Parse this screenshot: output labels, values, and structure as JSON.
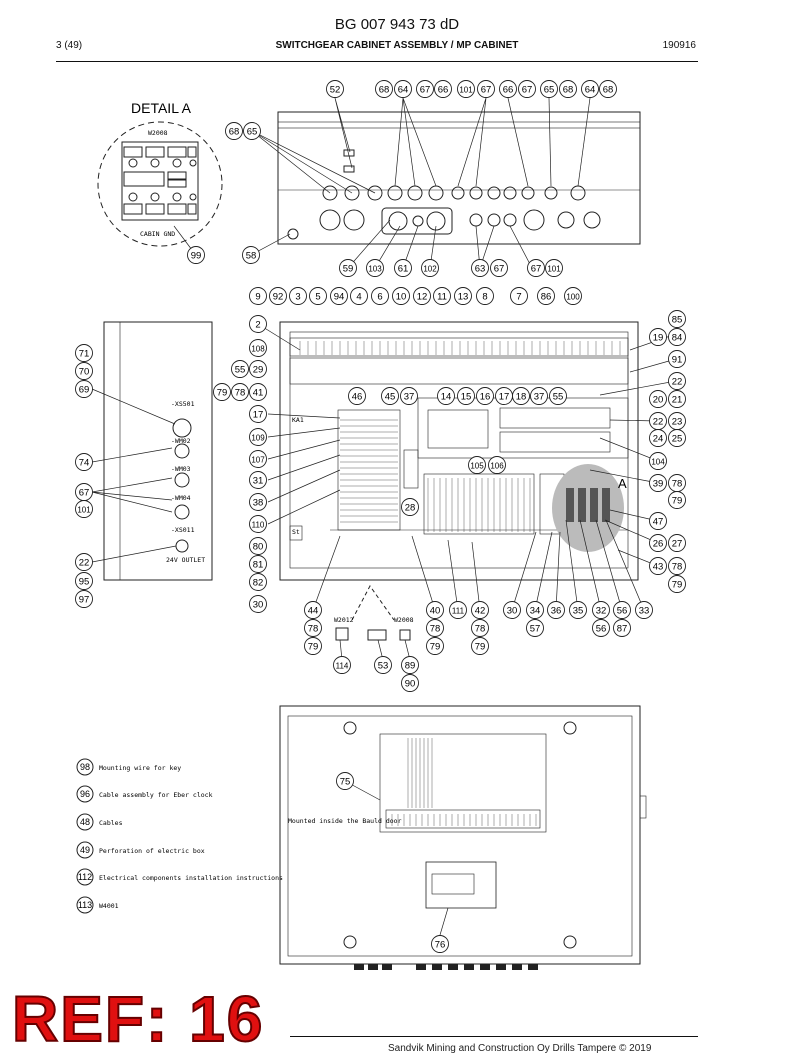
{
  "header": {
    "doc_number": "BG 007 943 73 dD",
    "page": "3 (49)",
    "subtitle": "SWITCHGEAR CABINET ASSEMBLY / MP CABINET",
    "date_code": "190916"
  },
  "detail": {
    "title": "DETAIL A",
    "component": "W2008",
    "cabin_label": "CABIN\nGND",
    "letter": "A"
  },
  "door_labels": {
    "xs01": "-XS501",
    "wm02": "-WM02",
    "wm03": "-WM03",
    "wm04": "-WM04",
    "xs11": "-XS011",
    "outlet": "24V OUTLET"
  },
  "wire_labels": {
    "left": "W2012",
    "right": "W2008"
  },
  "inner_labels": {
    "kat": "KA1",
    "st": "St",
    "mounted": "Mounted inside the Bauld door"
  },
  "legend": [
    {
      "num": "98",
      "text": "Mounting wire for key"
    },
    {
      "num": "96",
      "text": "Cable assembly for Eber clock"
    },
    {
      "num": "48",
      "text": "Cables"
    },
    {
      "num": "49",
      "text": "Perforation of electric box"
    },
    {
      "num": "112",
      "text": "Electrical components installation instructions"
    },
    {
      "num": "113",
      "text": "W4001"
    }
  ],
  "stamp": "REF: 16",
  "footer": "Sandvik Mining and Construction Oy Drills Tampere © 2019",
  "callouts": [
    "52",
    "68",
    "64",
    "67",
    "66",
    "101",
    "67",
    "66",
    "67",
    "65",
    "68",
    "64",
    "68",
    "68",
    "65",
    "99",
    "58",
    "59",
    "103",
    "61",
    "102",
    "63",
    "67",
    "67",
    "101",
    "9",
    "92",
    "3",
    "5",
    "94",
    "4",
    "6",
    "10",
    "12",
    "11",
    "13",
    "8",
    "7",
    "86",
    "100",
    "85",
    "19",
    "84",
    "91",
    "22",
    "20",
    "21",
    "22",
    "23",
    "24",
    "25",
    "104",
    "39",
    "78",
    "79",
    "47",
    "26",
    "27",
    "43",
    "78",
    "79",
    "2",
    "108",
    "55",
    "29",
    "79",
    "78",
    "41",
    "46",
    "45",
    "37",
    "14",
    "15",
    "16",
    "17",
    "18",
    "37",
    "55",
    "17",
    "109",
    "107",
    "31",
    "38",
    "110",
    "80",
    "81",
    "82",
    "30",
    "28",
    "105",
    "106",
    "71",
    "70",
    "69",
    "74",
    "67",
    "101",
    "22",
    "95",
    "97",
    "44",
    "78",
    "79",
    "40",
    "78",
    "79",
    "111",
    "42",
    "78",
    "79",
    "30",
    "34",
    "57",
    "36",
    "35",
    "32",
    "56",
    "56",
    "87",
    "33",
    "114",
    "53",
    "89",
    "90",
    "75",
    "76"
  ]
}
